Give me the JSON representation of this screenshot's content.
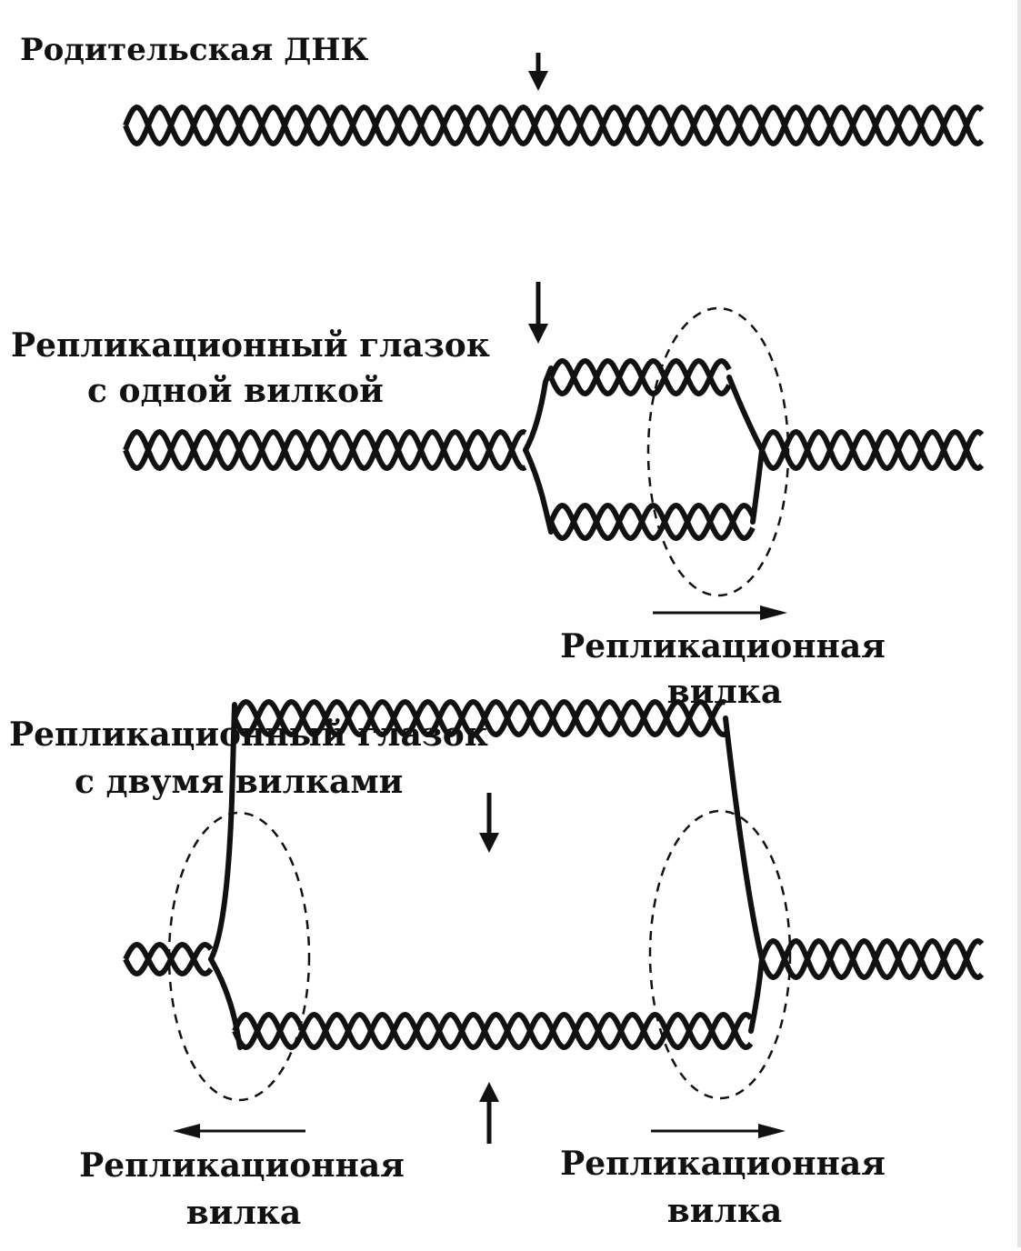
{
  "stage1": {
    "label": "Родительская ДНК"
  },
  "stage2": {
    "label_line1": "Репликационный глазок",
    "label_line2": "с одной вилкой",
    "fork_label_line1": "Репликационная",
    "fork_label_line2": "вилка"
  },
  "stage3": {
    "label_line1": "Репликационный глазок",
    "label_line2": "с двумя вилками",
    "left_fork_label_line1": "Репликационная",
    "left_fork_label_line2": "вилка",
    "right_fork_label_line1": "Репликационная",
    "right_fork_label_line2": "вилка"
  },
  "colors": {
    "ink": "#111111",
    "background": "#ffffff"
  }
}
